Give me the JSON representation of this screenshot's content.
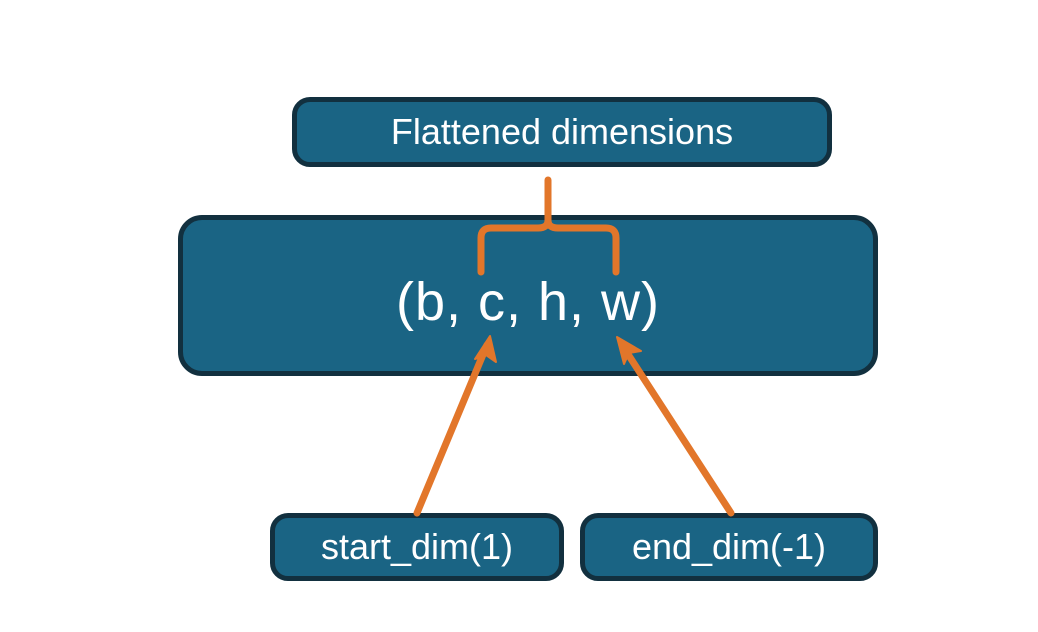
{
  "diagram": {
    "title_node": {
      "label": "Flattened dimensions"
    },
    "shape_node": {
      "label": "(b, c, h, w)"
    },
    "start_node": {
      "label": "start_dim(1)"
    },
    "end_node": {
      "label": "end_dim(-1)"
    },
    "connectors": {
      "brace_name": "curly-brace-up",
      "arrow_start_name": "arrow-to-c",
      "arrow_end_name": "arrow-to-w"
    },
    "colors": {
      "node_fill": "#1a6484",
      "node_border": "#12303f",
      "node_text": "#ffffff",
      "accent": "#e2762a",
      "background": "#ffffff"
    }
  }
}
